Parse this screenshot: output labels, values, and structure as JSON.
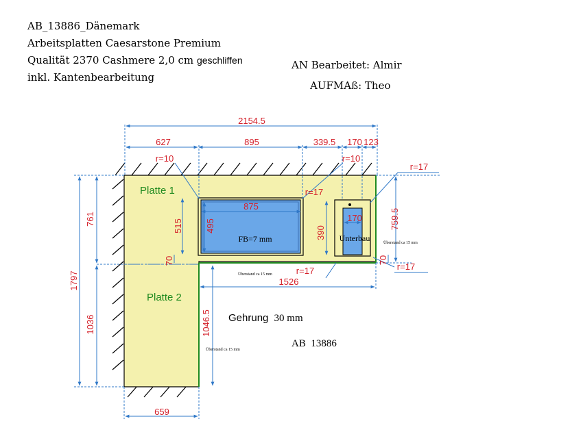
{
  "header": {
    "order": "AB_13886_Dänemark",
    "product": "Arbeitsplatten Caesarstone Premium",
    "quality_prefix": "Qualität 2370 Cashmere 2,0 cm",
    "quality_suffix": "geschliffen",
    "edges": "inkl. Kantenbearbeitung",
    "editor": "AN Bearbeitet: Almir",
    "measurer": "AUFMAß: Theo"
  },
  "drawing": {
    "overall_width": "2154.5",
    "top_segments": [
      "627",
      "895",
      "339.5",
      "170",
      "123"
    ],
    "left_total": "1797",
    "left_upper": "761",
    "left_lower": "1036",
    "right_depth": "759.5",
    "sink_width": "875",
    "sink_height_outer": "515",
    "sink_height_inner": "495",
    "sink_label": "FB=7 mm",
    "basin_width": "170",
    "basin_height": "390",
    "basin_label": "Unterbau",
    "gap_left": "70",
    "gap_right": "70",
    "bottom_run": "1526",
    "leg_depth": "1046.5",
    "leg_width": "659",
    "radius_10_a": "r=10",
    "radius_10_b": "r=10",
    "radius_17_sink": "r=17",
    "radius_17_right_top": "r=17",
    "radius_17_inner": "r=17",
    "radius_17_right_bottom": "r=17",
    "overhang_right": "Überstand ca 15 mm",
    "overhang_bottom": "Überstand ca 15 mm",
    "overhang_leg": "Überstand ca 15 mm",
    "plate1": "Platte 1",
    "plate2": "Platte 2",
    "miter_prefix": "Gehrung",
    "miter_value": "30 mm",
    "order_no": "AB  13886"
  },
  "colors": {
    "counter": "#f4f1ae",
    "sink": "#6aa7e8",
    "dimension": "#d4202a",
    "plate_label": "#1f8a1f",
    "guide": "#2f78c8"
  }
}
